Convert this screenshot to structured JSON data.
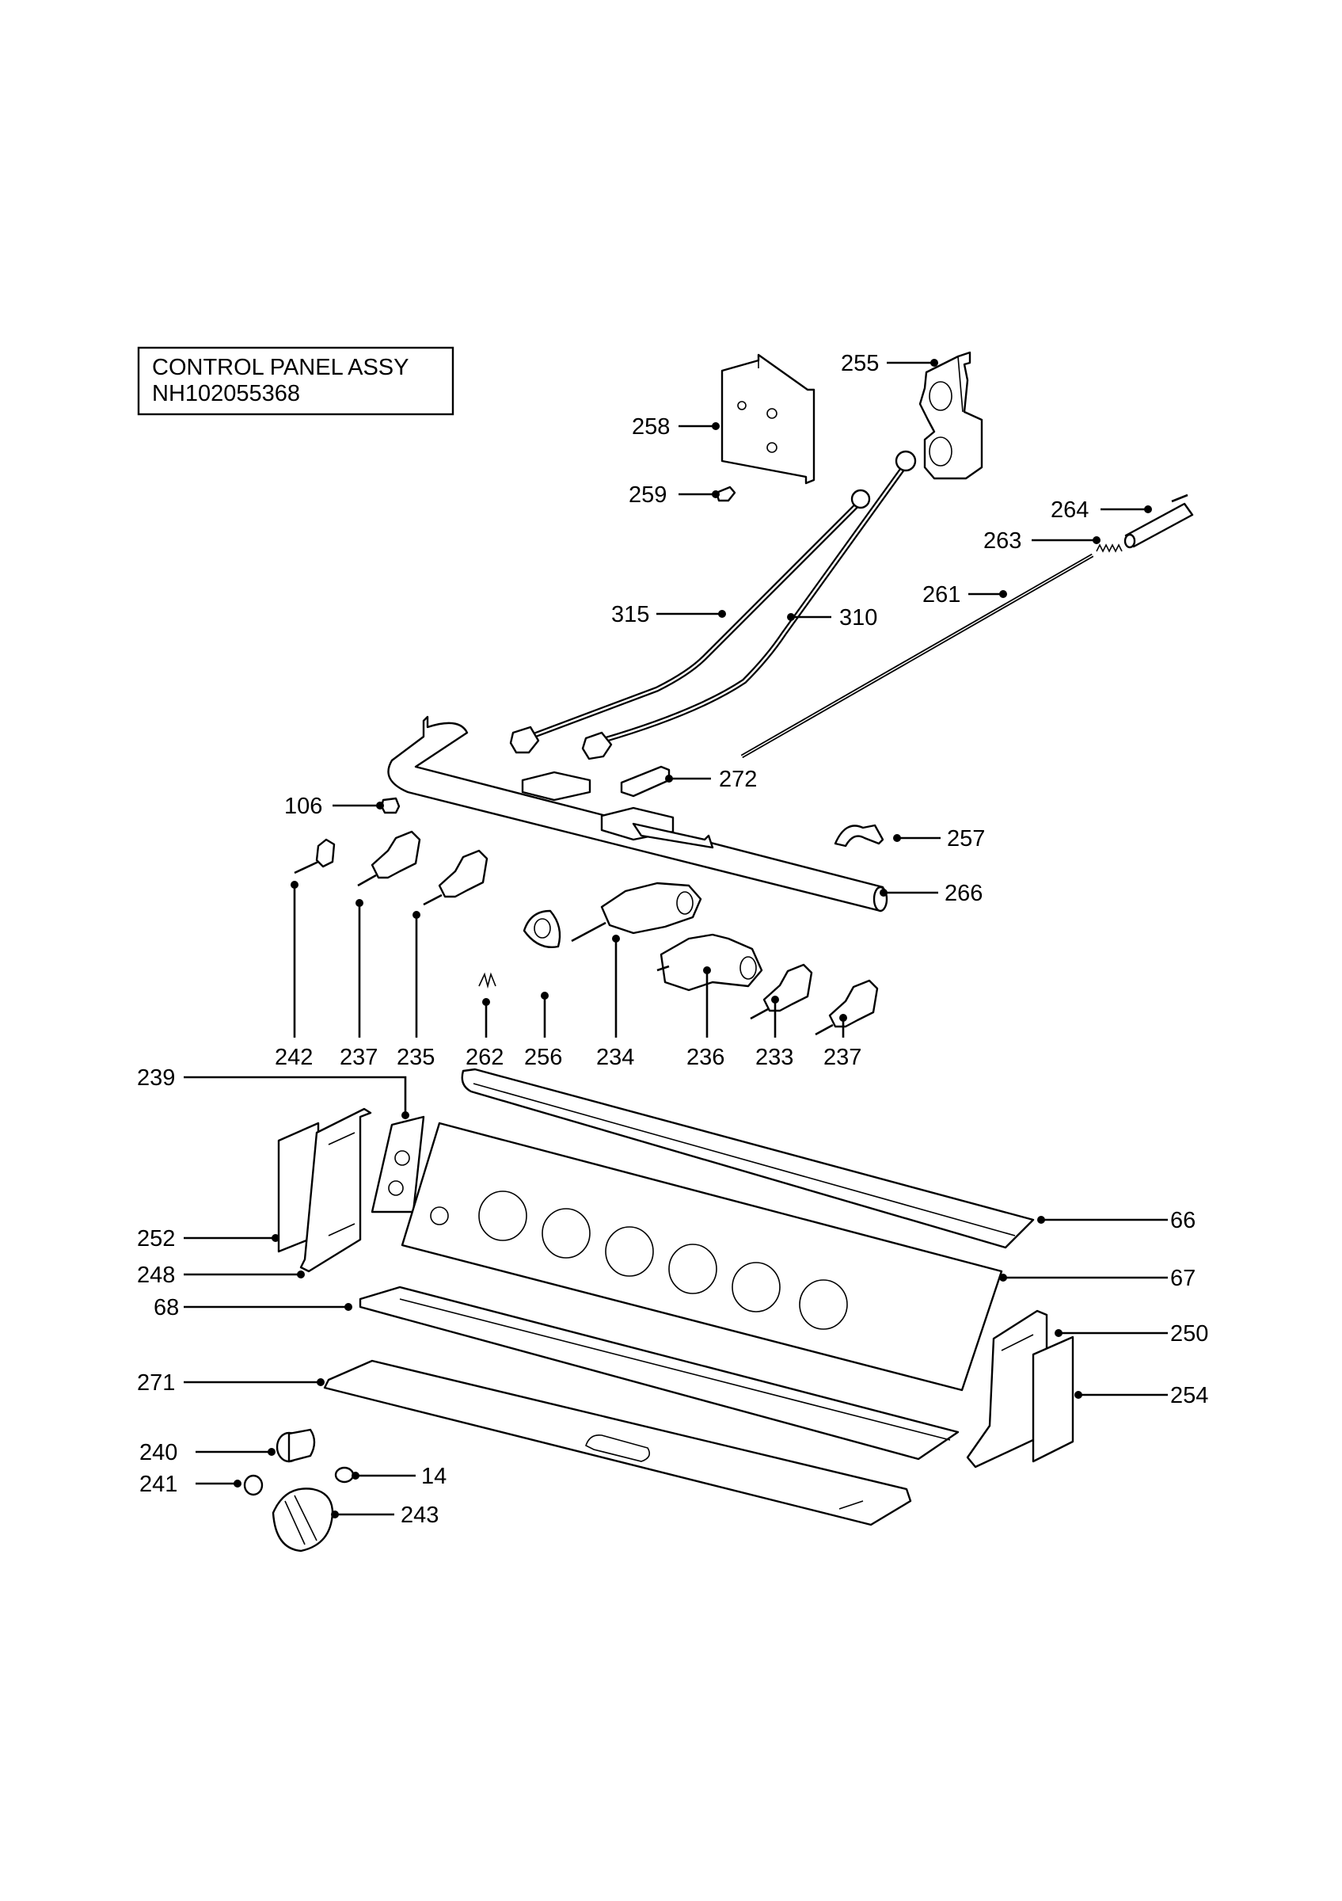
{
  "title_box": {
    "line1": "CONTROL PANEL ASSY",
    "line2": "NH102055368"
  },
  "callouts": [
    {
      "id": "c255",
      "label": "255"
    },
    {
      "id": "c258",
      "label": "258"
    },
    {
      "id": "c259",
      "label": "259"
    },
    {
      "id": "c264",
      "label": "264"
    },
    {
      "id": "c263",
      "label": "263"
    },
    {
      "id": "c261",
      "label": "261"
    },
    {
      "id": "c315",
      "label": "315"
    },
    {
      "id": "c310",
      "label": "310"
    },
    {
      "id": "c272",
      "label": "272"
    },
    {
      "id": "c106",
      "label": "106"
    },
    {
      "id": "c257",
      "label": "257"
    },
    {
      "id": "c266",
      "label": "266"
    },
    {
      "id": "c242",
      "label": "242"
    },
    {
      "id": "c237a",
      "label": "237"
    },
    {
      "id": "c235",
      "label": "235"
    },
    {
      "id": "c262",
      "label": "262"
    },
    {
      "id": "c256",
      "label": "256"
    },
    {
      "id": "c234",
      "label": "234"
    },
    {
      "id": "c236",
      "label": "236"
    },
    {
      "id": "c233",
      "label": "233"
    },
    {
      "id": "c237b",
      "label": "237"
    },
    {
      "id": "c239",
      "label": "239"
    },
    {
      "id": "c66",
      "label": "66"
    },
    {
      "id": "c252",
      "label": "252"
    },
    {
      "id": "c248",
      "label": "248"
    },
    {
      "id": "c67",
      "label": "67"
    },
    {
      "id": "c68",
      "label": "68"
    },
    {
      "id": "c250",
      "label": "250"
    },
    {
      "id": "c271",
      "label": "271"
    },
    {
      "id": "c254",
      "label": "254"
    },
    {
      "id": "c240",
      "label": "240"
    },
    {
      "id": "c14",
      "label": "14"
    },
    {
      "id": "c241",
      "label": "241"
    },
    {
      "id": "c243",
      "label": "243"
    }
  ]
}
